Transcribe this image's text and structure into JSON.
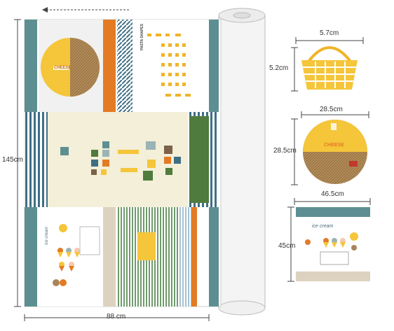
{
  "dimensions": {
    "basket": {
      "width": "5.7cm",
      "height": "5.2cm"
    },
    "cheese_circle": {
      "width": "28.5cm",
      "height": "28.5cm"
    },
    "ice_cream_panel": {
      "width": "46.5cm",
      "height": "45cm"
    },
    "fabric_roll": {
      "height": "145cm",
      "width": "88 cm"
    }
  },
  "fabric": {
    "pasta_title": "PASTA SHAPES",
    "cheese_label": "CHEESE",
    "ice_cream_label": "ice cream"
  },
  "colors": {
    "teal": "#5d8f92",
    "orange": "#e37b24",
    "yellow": "#f5c53a",
    "navy_stripe": "#3f6f84",
    "green": "#4f7b3e",
    "brown": "#a8845a",
    "cream": "#f3efd8"
  }
}
